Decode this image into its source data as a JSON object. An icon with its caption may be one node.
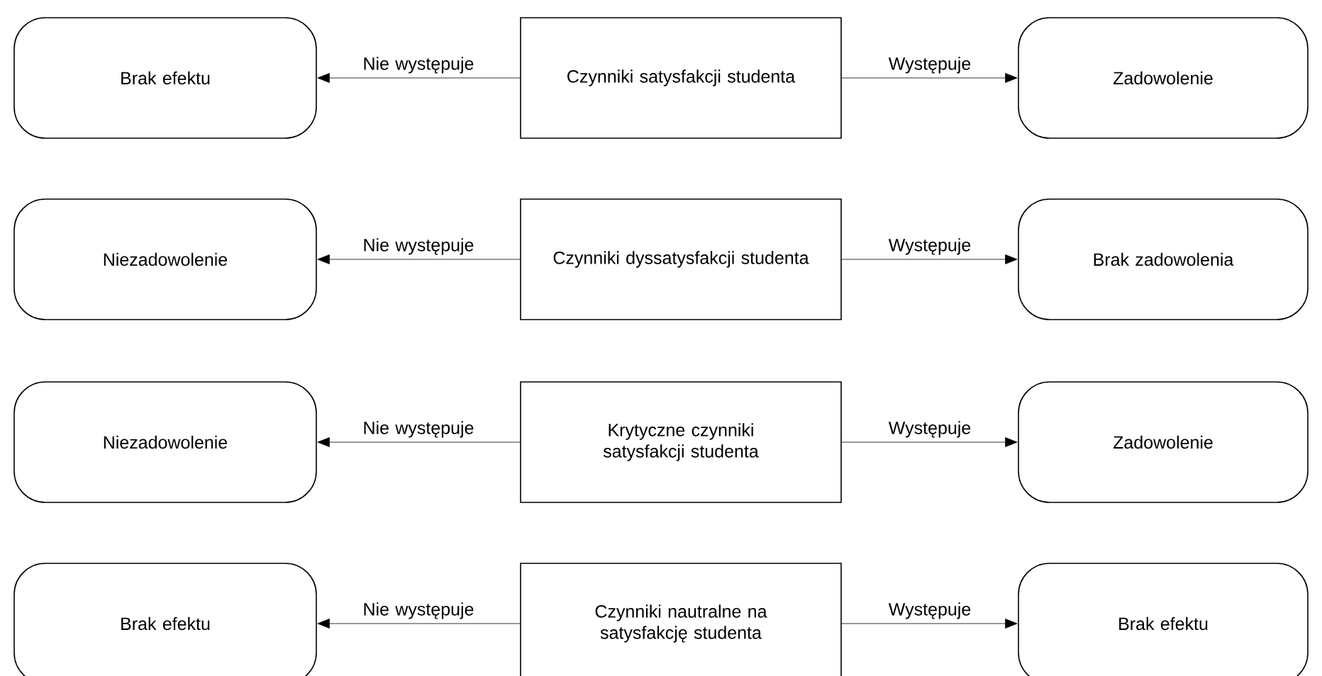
{
  "diagram": {
    "nodes": [
      {
        "text": [
          "Brak efektu"
        ]
      },
      {
        "text": [
          "Czynniki satysfakcji studenta"
        ]
      },
      {
        "text": [
          "Zadowolenie"
        ]
      },
      {
        "text": [
          "Niezadowolenie"
        ]
      },
      {
        "text": [
          "Czynniki dyssatysfakcji studenta"
        ]
      },
      {
        "text": [
          "Brak zadowolenia"
        ]
      },
      {
        "text": [
          "Niezadowolenie"
        ]
      },
      {
        "text": [
          "Krytyczne czynniki satysfakcji studenta"
        ]
      },
      {
        "text": [
          "Zadowolenie"
        ]
      },
      {
        "text": [
          "Brak efektu"
        ]
      },
      {
        "text": [
          "Czynniki nautralne na satysfakcję studenta"
        ]
      },
      {
        "text": [
          "Brak efektu"
        ]
      }
    ],
    "edges": [
      {
        "from": 1,
        "to": 0,
        "arrow": "to",
        "label": "Nie występuje"
      },
      {
        "from": 1,
        "to": 2,
        "arrow": "to",
        "label": "Występuje"
      },
      {
        "from": 4,
        "to": 3,
        "arrow": "to",
        "label": "Nie występuje"
      },
      {
        "from": 4,
        "to": 5,
        "arrow": "to",
        "label": "Występuje"
      },
      {
        "from": 7,
        "to": 6,
        "arrow": "to",
        "label": "Nie występuje"
      },
      {
        "from": 7,
        "to": 8,
        "arrow": "to",
        "label": "Występuje"
      },
      {
        "from": 10,
        "to": 9,
        "arrow": "to",
        "label": "Nie występuje"
      },
      {
        "from": 10,
        "to": 11,
        "arrow": "to",
        "label": "Występuje"
      }
    ]
  }
}
